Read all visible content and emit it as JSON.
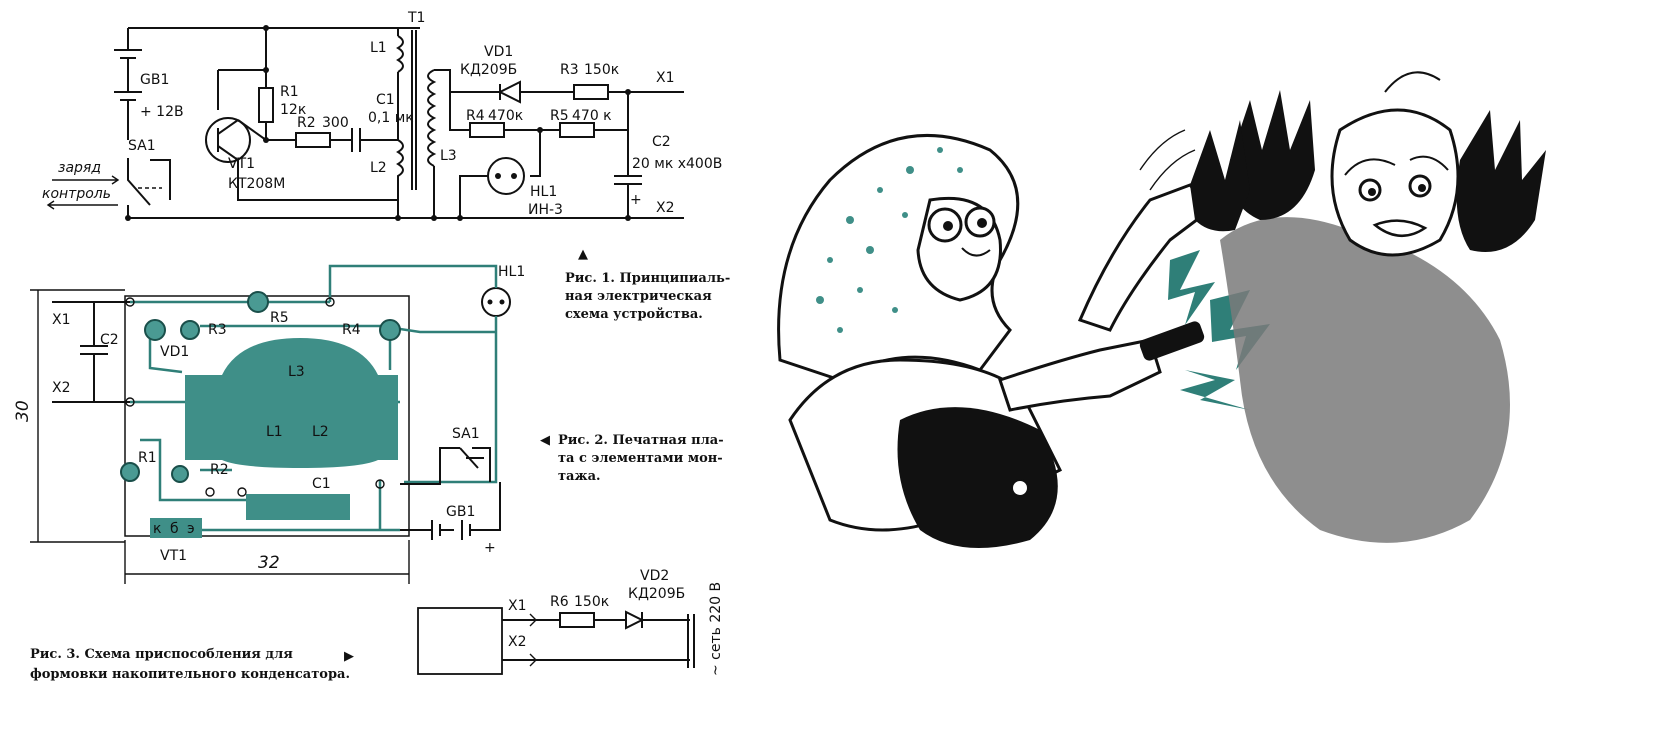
{
  "schematic": {
    "battery": {
      "ref": "GB1",
      "voltage": "+ 12В"
    },
    "switch": {
      "ref": "SA1",
      "mode_charge": "заряд",
      "mode_control": "контроль"
    },
    "resistors": [
      {
        "ref": "R1",
        "value": "12к"
      },
      {
        "ref": "R2",
        "value": "300"
      },
      {
        "ref": "R3",
        "value": "150к"
      },
      {
        "ref": "R4",
        "value": "470к"
      },
      {
        "ref": "R5",
        "value": "470 к"
      }
    ],
    "capacitors": [
      {
        "ref": "C1",
        "value": "0,1 мк"
      },
      {
        "ref": "C2",
        "value": "20 мк х400В"
      }
    ],
    "transistor": {
      "ref": "VT1",
      "type": "КТ208М"
    },
    "transformer": {
      "ref": "T1",
      "windings": [
        "L1",
        "L2",
        "L3"
      ]
    },
    "diode": {
      "ref": "VD1",
      "type": "КД209Б"
    },
    "lamp": {
      "ref": "HL1",
      "type": "ИН-3"
    },
    "outputs": [
      "X1",
      "X2"
    ],
    "plus_sign": "+"
  },
  "pcb": {
    "labels": {
      "X1": "X1",
      "X2": "X2",
      "C2": "C2",
      "VD1": "VD1",
      "R3": "R3",
      "R5": "R5",
      "R4": "R4",
      "HL1": "HL1",
      "L3": "L3",
      "L1": "L1",
      "L2": "L2",
      "R1": "R1",
      "R2": "R2",
      "C1": "C1",
      "SA1": "SA1",
      "GB1": "GB1",
      "VT1": "VT1",
      "pin_k": "к",
      "pin_b": "б",
      "pin_e": "э",
      "plus": "+"
    },
    "width_dim": "32",
    "height_dim": "30"
  },
  "forming": {
    "resistor": {
      "ref": "R6",
      "value": "150к"
    },
    "diode": {
      "ref": "VD2",
      "type": "КД209Б"
    },
    "terminals": [
      "X1",
      "X2"
    ],
    "mains": "~ сеть 220 В"
  },
  "captions": {
    "fig1": [
      "Рис. 1. Принципиаль-",
      "ная электрическая",
      "схема устройства."
    ],
    "fig2": [
      "Рис. 2. Печатная пла-",
      "та с элементами мон-",
      "тажа."
    ],
    "fig3": [
      "Рис. 3. Схема приспособления для",
      "формовки накопительного конденсатора."
    ],
    "fig1_arrow": "▲",
    "fig2_arrow": "◀",
    "fig3_arrow": "▶"
  },
  "colors": {
    "teal": "#3f8f88",
    "ink": "#111111",
    "paper": "#ffffff"
  }
}
